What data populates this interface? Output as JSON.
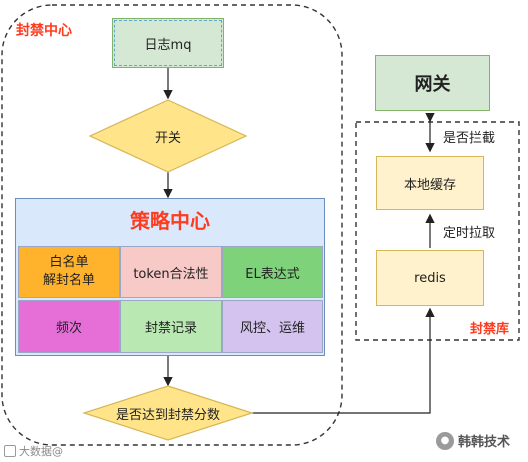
{
  "block_center": {
    "title": "封禁中心",
    "log_node": "日志mq",
    "switch_node": "开关",
    "strategy": {
      "title": "策略中心",
      "cells": [
        "白名单\n解封名单",
        "token合法性",
        "EL表达式",
        "频次",
        "封禁记录",
        "风控、运维"
      ]
    },
    "score_node": "是否达到封禁分数"
  },
  "block_store": {
    "title": "封禁库",
    "gateway": "网关",
    "local_cache": "本地缓存",
    "redis": "redis",
    "edge_intercept": "是否拦截",
    "edge_pull": "定时拉取"
  },
  "footer": {
    "left_watermark": "大数据@",
    "right_watermark": "韩韩技术"
  },
  "colors": {
    "accent_red": "#ff3b1f",
    "green_node": "#d5e8d4",
    "yellow_node": "#fff2cc",
    "diamond_fill": "#ffe48a",
    "strategy_header": "#dae8fc"
  }
}
